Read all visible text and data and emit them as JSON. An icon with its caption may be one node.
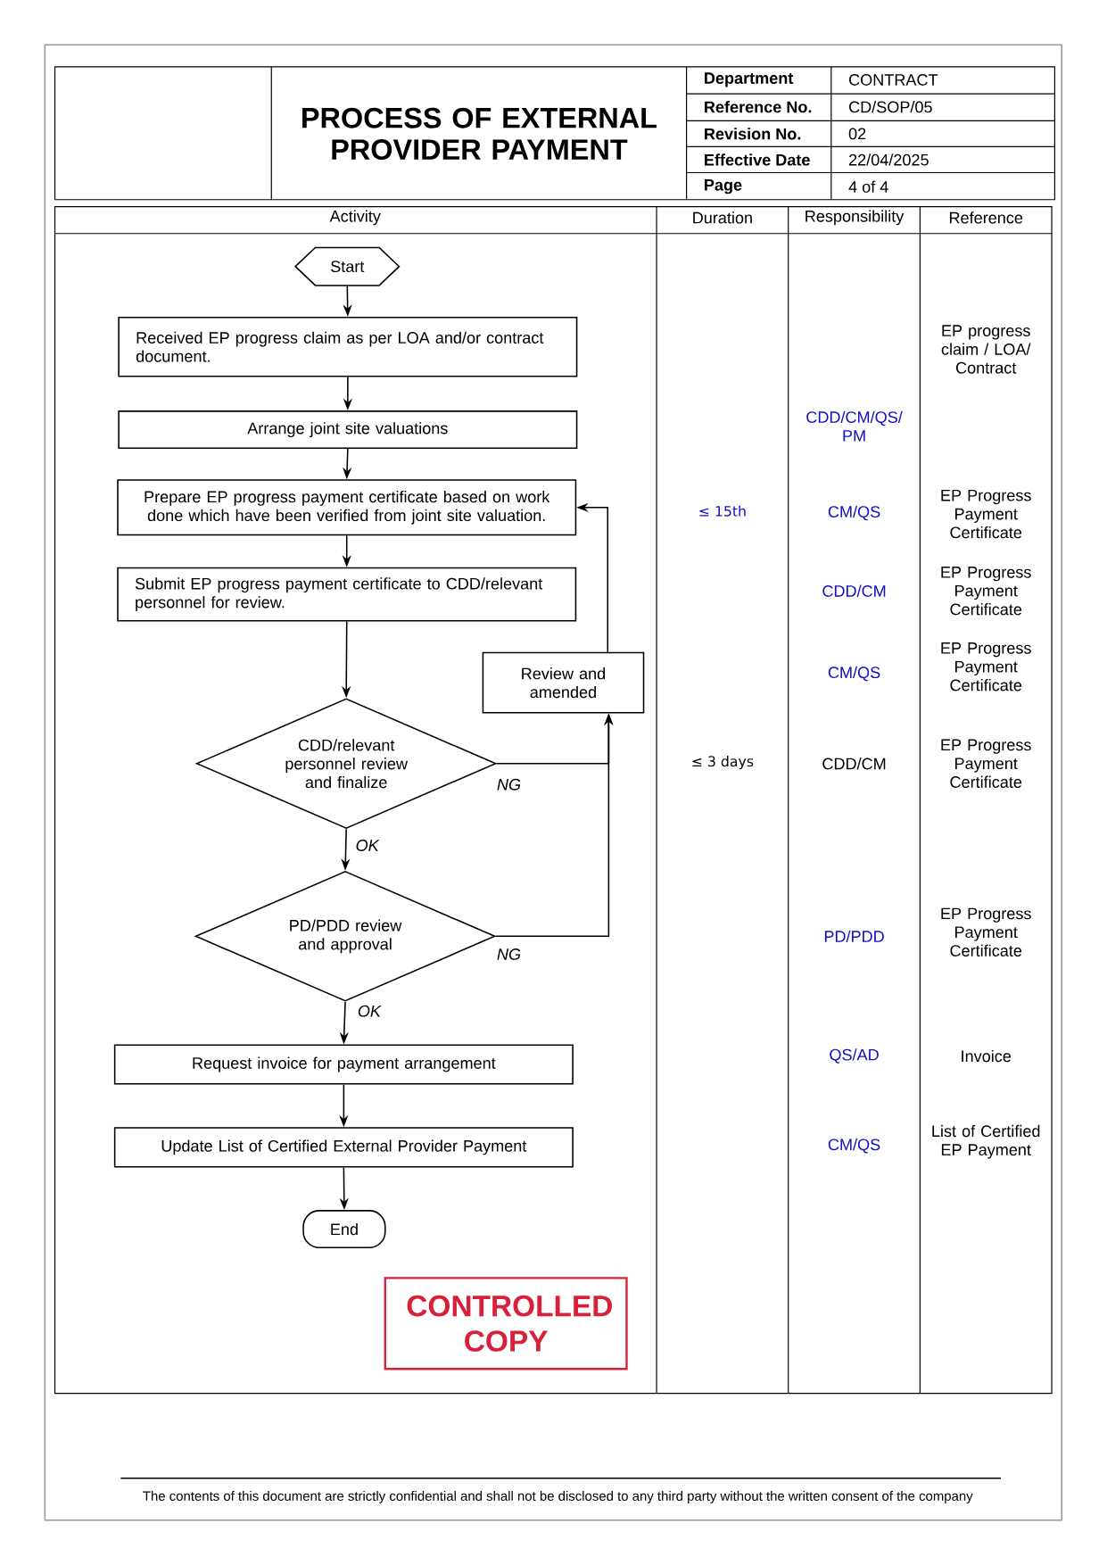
{
  "diagram": {
    "title": "PROCESS OF EXTERNAL PROVIDER PAYMENT",
    "nodes": [
      {
        "text": [
          "Start"
        ]
      },
      {
        "text": [
          "Received EP progress claim as per LOA and/or contract document."
        ]
      },
      {
        "text": [
          "Arrange joint site valuations"
        ]
      },
      {
        "text": [
          "Prepare EP progress payment certificate based on work done which have been verified from joint site valuation."
        ]
      },
      {
        "text": [
          "Submit EP progress payment certificate to CDD/relevant personnel for review."
        ]
      },
      {
        "text": [
          "Review and amended"
        ]
      },
      {
        "text": [
          "CDD/relevant personnel review and finalize"
        ]
      },
      {
        "text": [
          "PD/PDD review and approval"
        ]
      },
      {
        "text": [
          "Request invoice for payment arrangement"
        ]
      },
      {
        "text": [
          "Update List of Certified External Provider Payment"
        ]
      },
      {
        "text": [
          "End"
        ]
      }
    ],
    "edges": [
      {
        "from": 0,
        "to": 1,
        "arrow": "to"
      },
      {
        "from": 1,
        "to": 2,
        "arrow": "to"
      },
      {
        "from": 2,
        "to": 3,
        "arrow": "to"
      },
      {
        "from": 3,
        "to": 4,
        "arrow": "to"
      },
      {
        "from": 4,
        "to": 6,
        "arrow": "to"
      },
      {
        "from": 6,
        "to": 7,
        "arrow": "to",
        "label": "OK"
      },
      {
        "from": 7,
        "to": 8,
        "arrow": "to",
        "label": "OK"
      },
      {
        "from": 8,
        "to": 9,
        "arrow": "to"
      },
      {
        "from": 9,
        "to": 10,
        "arrow": "to"
      },
      {
        "from": 6,
        "to": 5,
        "arrow": "to",
        "label": "NG"
      },
      {
        "from": 7,
        "to": 5,
        "arrow": "to",
        "label": "NG"
      },
      {
        "from": 5,
        "to": 3,
        "arrow": "to"
      }
    ],
    "labels": [
      "Department",
      "CONTRACT",
      "Reference No.",
      "CD/SOP/05",
      "Revision No.",
      "02",
      "Effective Date",
      "22/04/2025",
      "Page",
      "4 of 4",
      "Activity",
      "Duration",
      "Responsibility",
      "Reference",
      "EP progress claim / LOA/ Contract",
      "CDD/CM/QS/ PM",
      "≤ 15th",
      "CM/QS",
      "EP Progress Payment Certificate",
      "CDD/CM",
      "EP Progress Payment Certificate",
      "CM/QS",
      "EP Progress Payment Certificate",
      "≤ 3 days",
      "CDD/CM",
      "EP Progress Payment Certificate",
      "PD/PDD",
      "EP Progress Payment Certificate",
      "QS/AD",
      "Invoice",
      "CM/QS",
      "List of Certified EP Payment",
      "CONTROLLED COPY",
      "The contents of this document are strictly confidential and shall not be disclosed to any third party without the written consent of the company"
    ]
  }
}
